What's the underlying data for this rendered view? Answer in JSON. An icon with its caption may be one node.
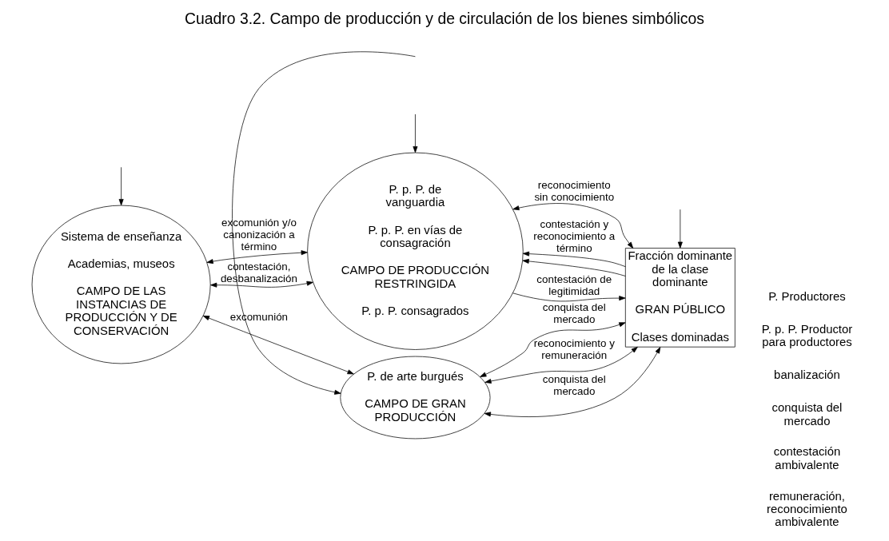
{
  "diagram": {
    "title": "Cuadro 3.2. Campo de producción y de circulación de los bienes simbólicos",
    "nodes": [
      {
        "text": [
          "P. p. P. de vanguardia",
          "P. p. P. en vías de consagración",
          "CAMPO DE PRODUCCIÓN RESTRINGIDA",
          "P. p. P. consagrados"
        ]
      },
      {
        "text": [
          "Sistema de enseñanza",
          "Academias, museos",
          "CAMPO DE LAS INSTANCIAS DE PRODUCCIÓN Y DE CONSERVACIÓN"
        ]
      },
      {
        "text": [
          "P. de arte burgués",
          "CAMPO DE GRAN PRODUCCIÓN"
        ]
      },
      {
        "text": [
          "Fracción dominante de la clase dominante",
          "GRAN PÚBLICO",
          "Clases dominadas"
        ]
      }
    ],
    "edges": [
      {
        "from": null,
        "to": 0,
        "arrow": "to"
      },
      {
        "from": 1,
        "to": 0,
        "arrow": "both",
        "label": "excomunión y/o canonización a término"
      },
      {
        "from": 1,
        "to": 0,
        "arrow": "both",
        "label": "contestación, desbanalización"
      },
      {
        "from": 3,
        "to": 0,
        "arrow": "to",
        "label": "contestación y reconocimiento a término"
      },
      {
        "from": 3,
        "to": 0,
        "arrow": "to"
      },
      {
        "from": 2,
        "to": 3,
        "arrow": "both",
        "label": "reconocimiento y remuneración"
      },
      {
        "from": 0,
        "to": 3,
        "arrow": "to",
        "label": "contestación de legitimidad"
      },
      {
        "from": 0,
        "to": 3,
        "arrow": "both",
        "label": "reconocimiento sin conocimiento"
      },
      {
        "from": 2,
        "to": 3,
        "arrow": "both",
        "label": "conquista del mercado"
      },
      {
        "from": 1,
        "to": 2,
        "arrow": "both",
        "label": "excomunión"
      },
      {
        "from": 2,
        "to": 3,
        "arrow": "both",
        "label": "conquista del mercado"
      },
      {
        "from": null,
        "to": 1,
        "arrow": "to"
      },
      {
        "from": null,
        "to": 2,
        "arrow": "to"
      },
      {
        "from": null,
        "to": 3,
        "arrow": "to"
      }
    ],
    "labels": [
      "P. Productores",
      "P. p. P. Productor para productores",
      "banalización",
      "conquista del mercado",
      "contestación ambivalente",
      "remuneración, reconocimiento ambivalente"
    ]
  }
}
